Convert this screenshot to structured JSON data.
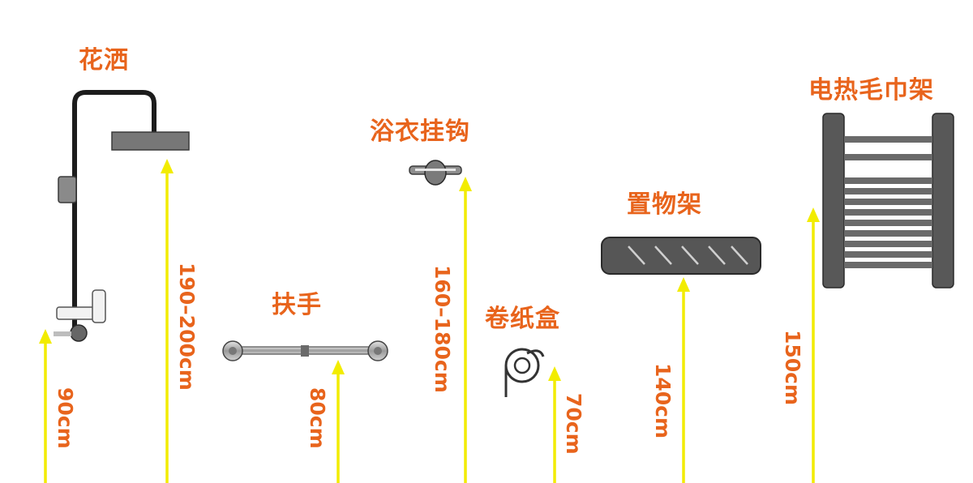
{
  "items": [
    {
      "name": "花洒",
      "height": "190–200cm"
    },
    {
      "name": "",
      "height": "90cm"
    },
    {
      "name": "扶手",
      "height": "80cm"
    },
    {
      "name": "浴衣挂钩",
      "height": "160–180cm"
    },
    {
      "name": "卷纸盒",
      "height": "70cm"
    },
    {
      "name": "置物架",
      "height": "140cm"
    },
    {
      "name": "电热毛巾架",
      "height": "150cm"
    }
  ],
  "colors": {
    "label": "#e8641c",
    "arrow": "#f2ec00",
    "fixture": "#5b5b5b",
    "fixture_dark": "#2a2a2a"
  }
}
